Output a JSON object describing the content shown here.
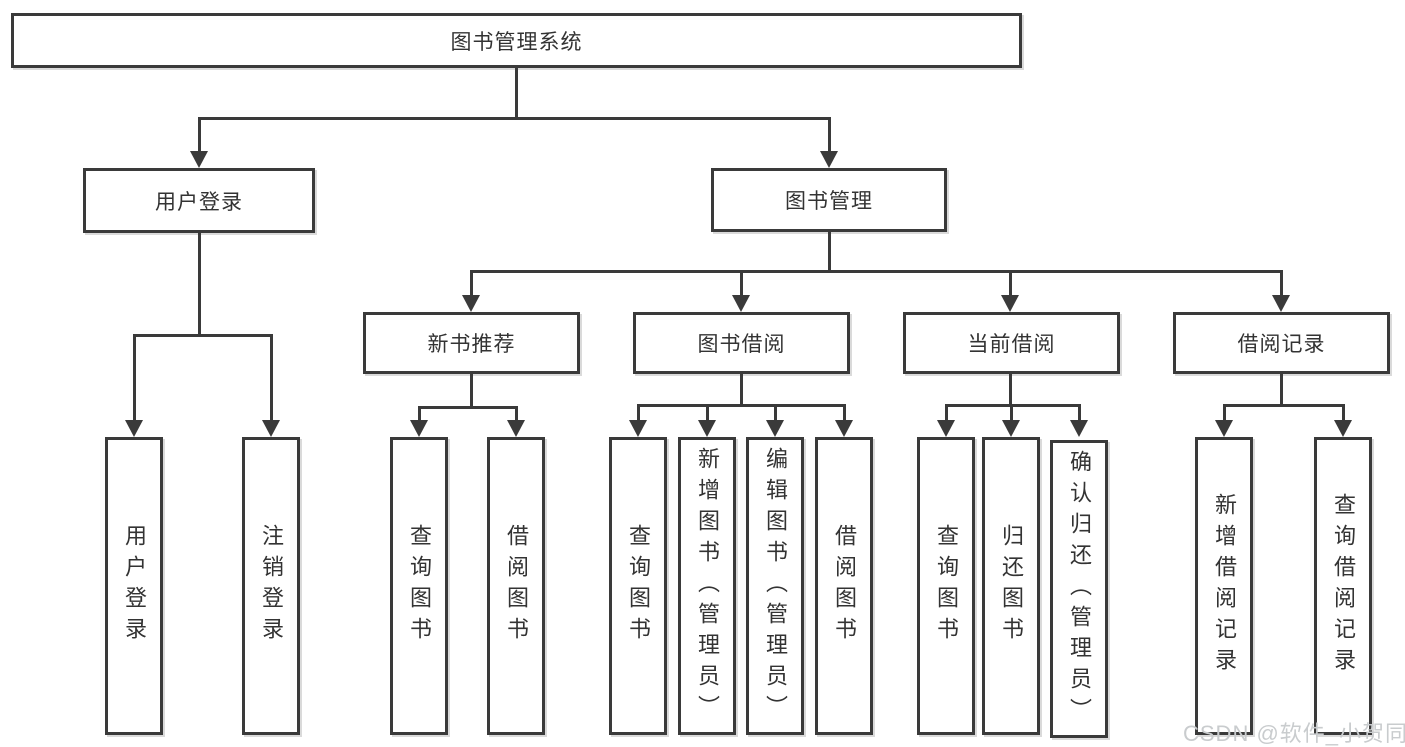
{
  "diagram": {
    "root": {
      "label": "图书管理系统"
    },
    "branches": [
      {
        "label": "用户登录",
        "children": [
          {
            "label": "用户登录"
          },
          {
            "label": "注销登录"
          }
        ]
      },
      {
        "label": "图书管理",
        "children": [
          {
            "label": "新书推荐",
            "children": [
              {
                "label": "查询图书"
              },
              {
                "label": "借阅图书"
              }
            ]
          },
          {
            "label": "图书借阅",
            "children": [
              {
                "label": "查询图书"
              },
              {
                "label": "新增图书（管理员）"
              },
              {
                "label": "编辑图书（管理员）"
              },
              {
                "label": "借阅图书"
              }
            ]
          },
          {
            "label": "当前借阅",
            "children": [
              {
                "label": "查询图书"
              },
              {
                "label": "归还图书"
              },
              {
                "label": "确认归还（管理员）"
              }
            ]
          },
          {
            "label": "借阅记录",
            "children": [
              {
                "label": "新增借阅记录"
              },
              {
                "label": "查询借阅记录"
              }
            ]
          }
        ]
      }
    ]
  },
  "watermark": {
    "text": "CSDN @软件_小贺同学"
  },
  "colors": {
    "line": "#3a3a3a",
    "text": "#333333",
    "background": "#ffffff",
    "watermark": "#c9ccce"
  }
}
